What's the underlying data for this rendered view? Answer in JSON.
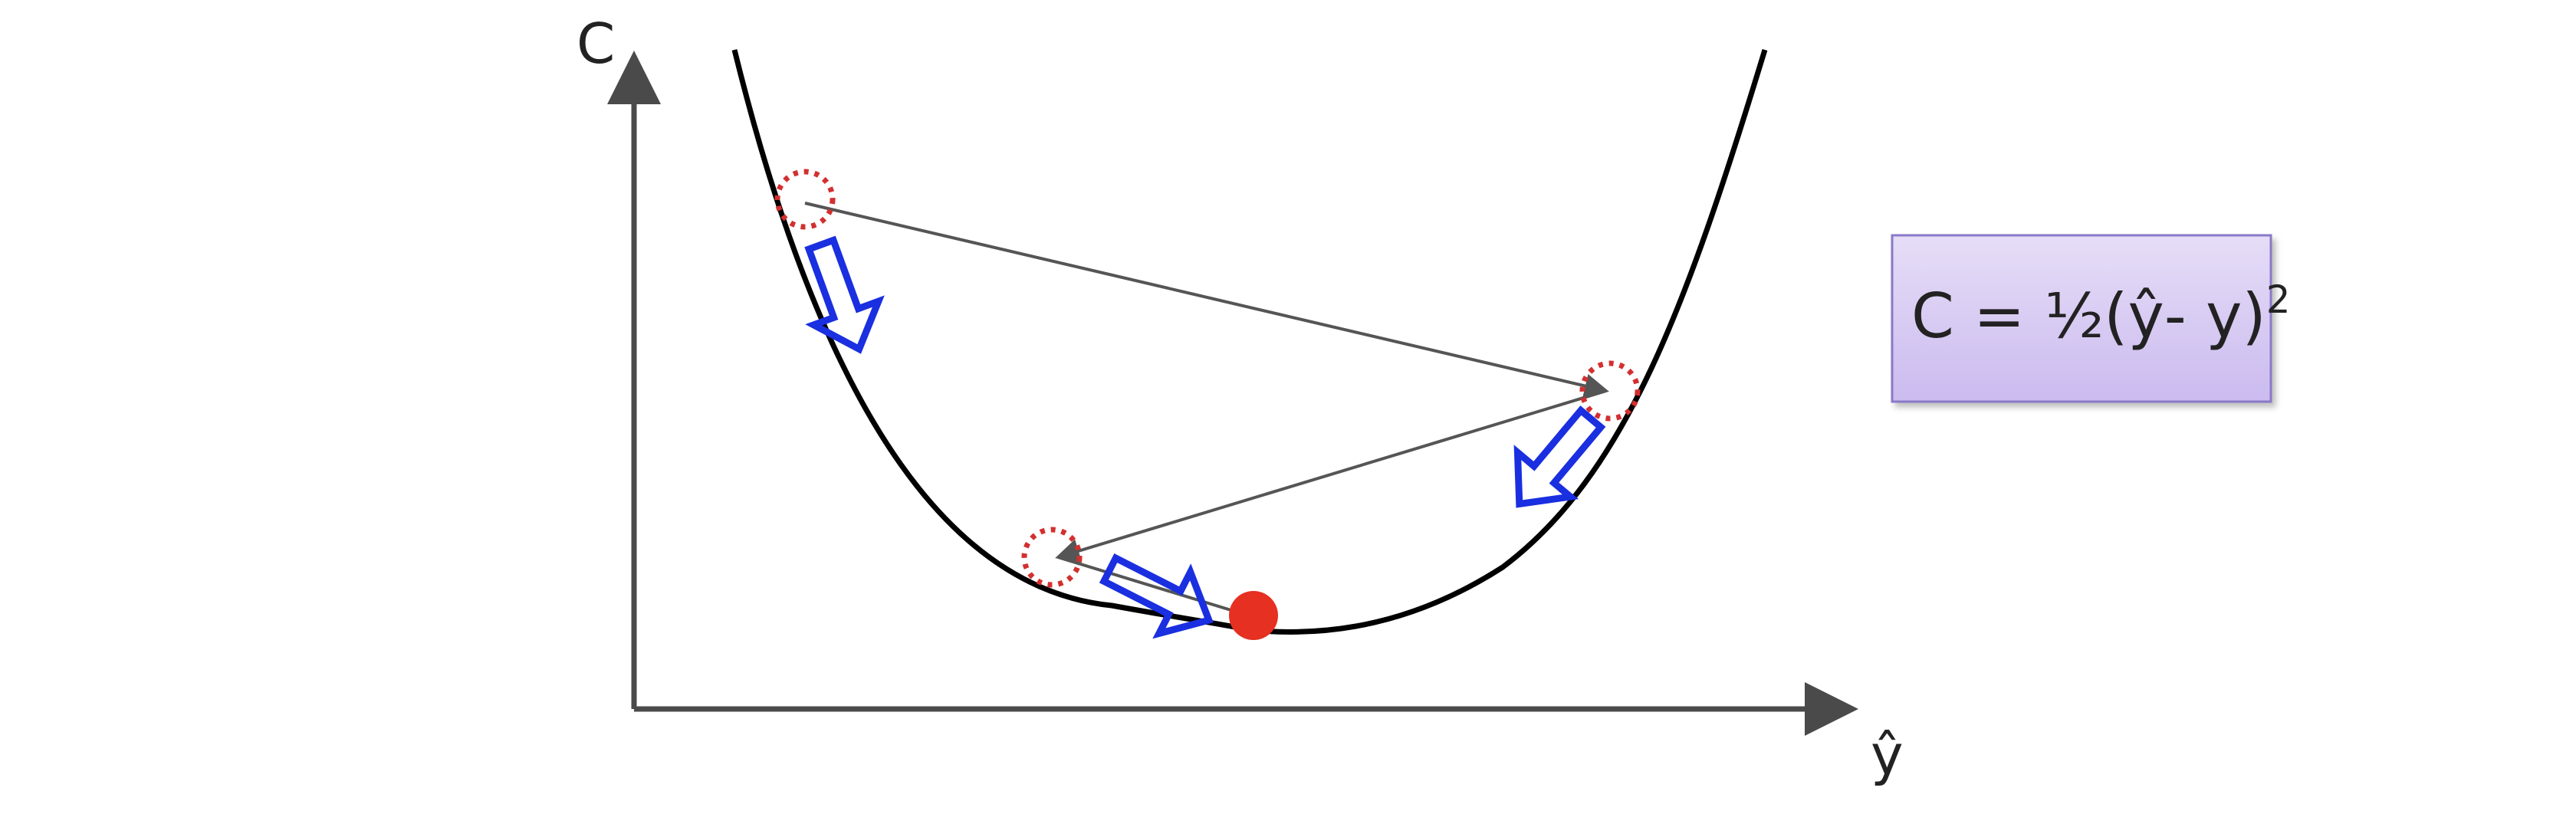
{
  "axes": {
    "y_label": "C",
    "x_label": "ŷ"
  },
  "formula": {
    "lhs": "C = ½(ŷ- y)",
    "exponent": "2"
  },
  "colors": {
    "background": "#ffffff",
    "curve": "#000000",
    "axis": "#4a4a4a",
    "path_line": "#555555",
    "marker_dotted": "#d32f2f",
    "gradient_arrow": "#1a2fe0",
    "minimum_point": "#e53022",
    "formula_box_fill_top": "#e6ddf7",
    "formula_box_fill_bottom": "#cbbbef",
    "formula_box_border": "#8a79c8"
  },
  "icons": {
    "gradient_arrow": "hollow-block-arrow-icon",
    "step_marker": "dotted-circle-icon",
    "minimum": "filled-circle-icon"
  }
}
